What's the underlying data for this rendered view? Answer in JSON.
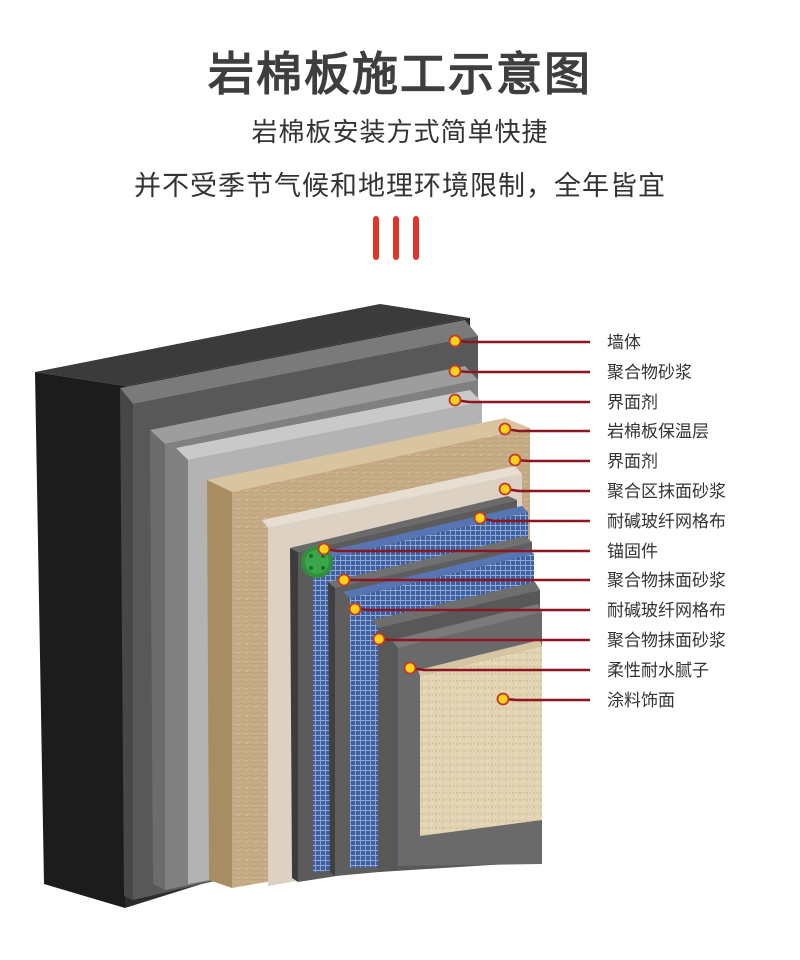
{
  "title": "岩棉板施工示意图",
  "subtitle_lines": [
    "岩棉板安装方式简单快捷",
    "并不受季节气候和地理环境限制，全年皆宜"
  ],
  "accent_color": "#e2352a",
  "leader_color": "#8b1520",
  "dot_color": "#ffd21a",
  "layers": [
    "墙体",
    "聚合物砂浆",
    "界面剂",
    "岩棉板保温层",
    "界面剂",
    "聚合区抹面砂浆",
    "耐碱玻纤网格布",
    "锚固件",
    "聚合物抹面砂浆",
    "耐碱玻纤网格布",
    "聚合物抹面砂浆",
    "柔性耐水腻子",
    "涂料饰面"
  ]
}
